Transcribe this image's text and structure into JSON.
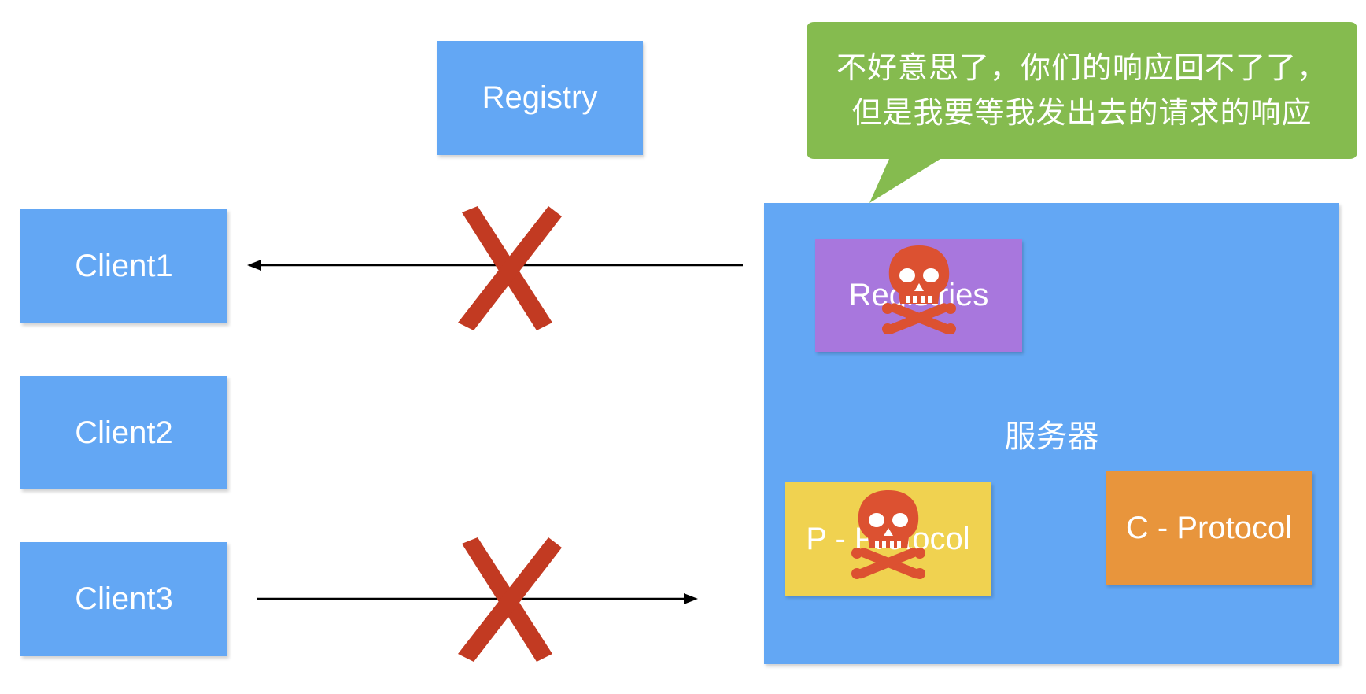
{
  "registry": {
    "label": "Registry"
  },
  "clients": [
    {
      "label": "Client1"
    },
    {
      "label": "Client2"
    },
    {
      "label": "Client3"
    }
  ],
  "server": {
    "label": "服务器",
    "registries": {
      "label": "Registries"
    },
    "p_protocol": {
      "label": "P - Protocol"
    },
    "c_protocol": {
      "label": "C - Protocol"
    }
  },
  "callout": {
    "line1": "不好意思了，你们的响应回不了了，",
    "line2": "但是我要等我发出去的请求的响应"
  },
  "icons": [
    "cross-mark-icon",
    "skull-crossbones-icon"
  ],
  "colors": {
    "blue": "#63a7f4",
    "purple": "#a877dd",
    "yellow": "#f0d250",
    "orange": "#e8953c",
    "callout_green": "#85bb4f",
    "cross_red": "#c23a22",
    "skull_red": "#dc5131"
  }
}
